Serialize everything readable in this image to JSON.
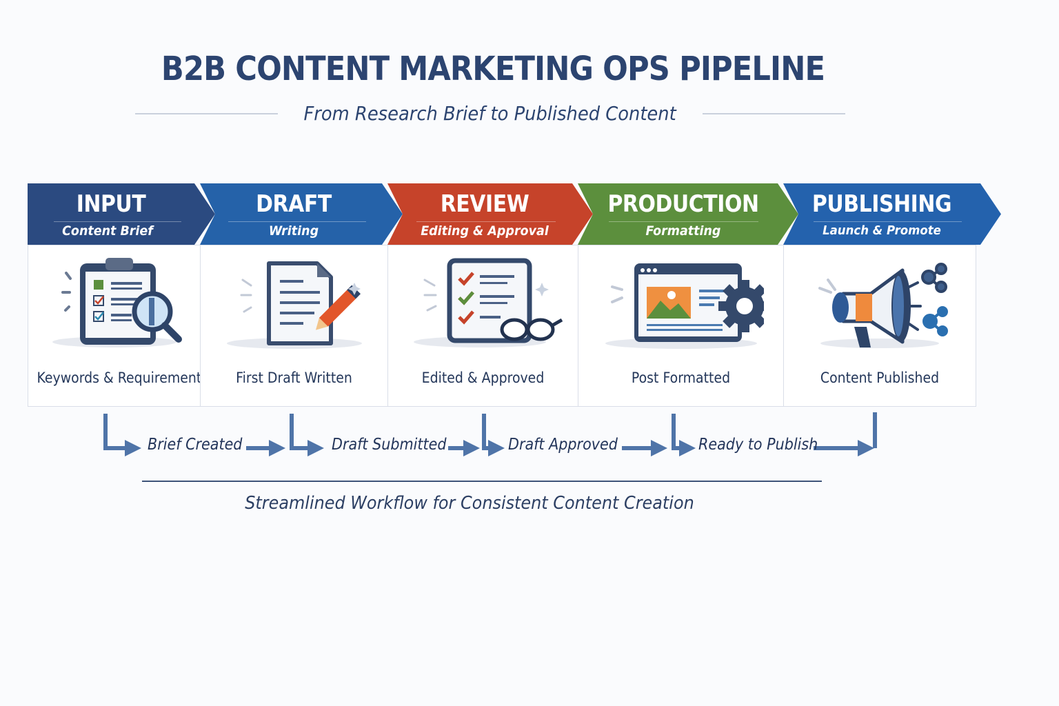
{
  "title": "B2B CONTENT MARKETING OPS PIPELINE",
  "subtitle": "From Research Brief to Published Content",
  "stages": [
    {
      "name": "INPUT",
      "sub": "Content Brief",
      "output": "Keywords & Requirements",
      "color": "#2b4a80",
      "icon": "clipboard-checklist-magnifier-icon"
    },
    {
      "name": "DRAFT",
      "sub": "Writing",
      "output": "First Draft Written",
      "color": "#2562a9",
      "icon": "document-pencil-icon"
    },
    {
      "name": "REVIEW",
      "sub": "Editing & Approval",
      "output": "Edited & Approved",
      "color": "#c6432a",
      "icon": "checklist-glasses-icon"
    },
    {
      "name": "PRODUCTION",
      "sub": "Formatting",
      "output": "Post Formatted",
      "color": "#5c8f3d",
      "icon": "monitor-gear-icon"
    },
    {
      "name": "PUBLISHING",
      "sub": "Launch & Promote",
      "output": "Content Published",
      "color": "#2462ad",
      "icon": "megaphone-share-icon"
    }
  ],
  "handoffs": [
    "Brief Created",
    "Draft Submitted",
    "Draft Approved",
    "Ready to Publish"
  ],
  "footer": "Streamlined Workflow for Consistent Content Creation"
}
